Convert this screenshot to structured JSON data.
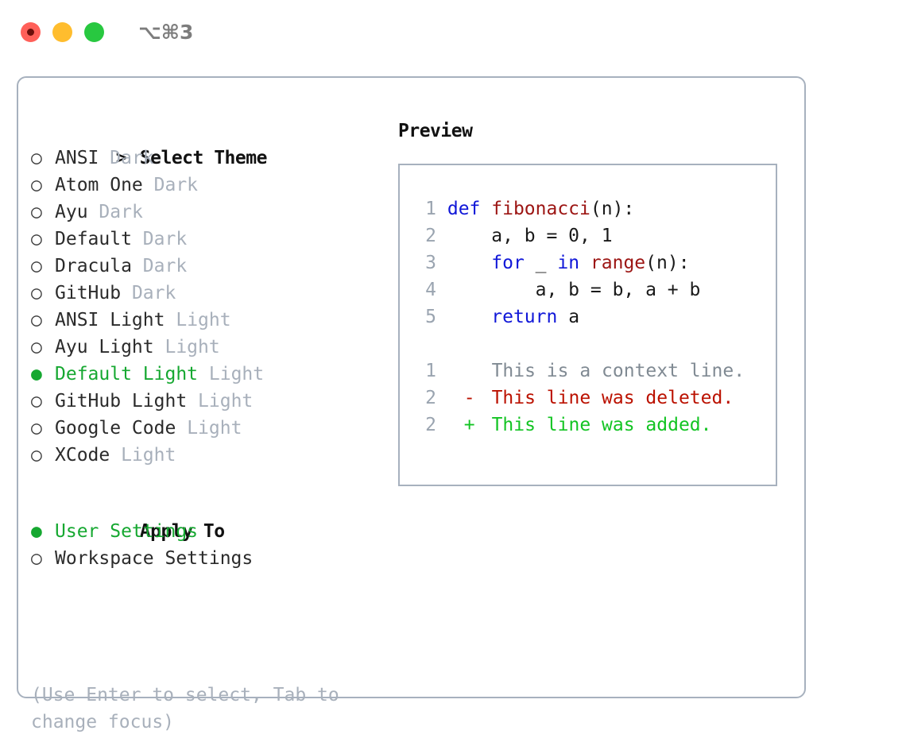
{
  "titlebar": {
    "dots": [
      {
        "name": "close-dot",
        "color": "#ff6059"
      },
      {
        "name": "minimize-dot",
        "color": "#ffbd2e"
      },
      {
        "name": "maximize-dot",
        "color": "#28c840"
      }
    ],
    "shortcut": "⌥⌘3"
  },
  "theme_section": {
    "header_marker": ">",
    "header": "Select Theme",
    "items": [
      {
        "marker": "○",
        "name": "ANSI",
        "tag": "Dark",
        "selected": false
      },
      {
        "marker": "○",
        "name": "Atom One",
        "tag": "Dark",
        "selected": false
      },
      {
        "marker": "○",
        "name": "Ayu",
        "tag": "Dark",
        "selected": false
      },
      {
        "marker": "○",
        "name": "Default",
        "tag": "Dark",
        "selected": false
      },
      {
        "marker": "○",
        "name": "Dracula",
        "tag": "Dark",
        "selected": false
      },
      {
        "marker": "○",
        "name": "GitHub",
        "tag": "Dark",
        "selected": false
      },
      {
        "marker": "○",
        "name": "ANSI Light",
        "tag": "Light",
        "selected": false
      },
      {
        "marker": "○",
        "name": "Ayu Light",
        "tag": "Light",
        "selected": false
      },
      {
        "marker": "●",
        "name": "Default Light",
        "tag": "Light",
        "selected": true
      },
      {
        "marker": "○",
        "name": "GitHub Light",
        "tag": "Light",
        "selected": false
      },
      {
        "marker": "○",
        "name": "Google Code",
        "tag": "Light",
        "selected": false
      },
      {
        "marker": "○",
        "name": "XCode",
        "tag": "Light",
        "selected": false
      }
    ]
  },
  "apply_section": {
    "header": "Apply To",
    "items": [
      {
        "marker": "●",
        "name": "User Settings",
        "selected": true
      },
      {
        "marker": "○",
        "name": "Workspace Settings",
        "selected": false
      }
    ]
  },
  "hint": "(Use Enter to select, Tab to change focus)",
  "preview": {
    "title": "Preview",
    "code_lines": [
      {
        "num": "1",
        "tokens": [
          {
            "t": "def ",
            "c": "kw"
          },
          {
            "t": "fibonacci",
            "c": "fn"
          },
          {
            "t": "(n):",
            "c": "pl"
          }
        ]
      },
      {
        "num": "2",
        "tokens": [
          {
            "t": "    a, b = 0, 1",
            "c": "pl"
          }
        ]
      },
      {
        "num": "3",
        "tokens": [
          {
            "t": "    ",
            "c": "pl"
          },
          {
            "t": "for",
            "c": "kw"
          },
          {
            "t": " _ ",
            "c": "pl"
          },
          {
            "t": "in",
            "c": "kw"
          },
          {
            "t": " ",
            "c": "pl"
          },
          {
            "t": "range",
            "c": "fn"
          },
          {
            "t": "(n):",
            "c": "pl"
          }
        ]
      },
      {
        "num": "4",
        "tokens": [
          {
            "t": "        a, b = b, a + b",
            "c": "pl"
          }
        ]
      },
      {
        "num": "5",
        "tokens": [
          {
            "t": "    ",
            "c": "pl"
          },
          {
            "t": "return",
            "c": "kw"
          },
          {
            "t": " a",
            "c": "pl"
          }
        ]
      }
    ],
    "diff_lines": [
      {
        "num": "1",
        "sign": " ",
        "text": "This is a context line.",
        "kind": "ctx"
      },
      {
        "num": "2",
        "sign": "-",
        "text": "This line was deleted.",
        "kind": "del"
      },
      {
        "num": "2",
        "sign": "+",
        "text": "This line was added.",
        "kind": "add"
      }
    ]
  },
  "colors": {
    "accent_green": "#16a831",
    "tag_grey": "#a8b0bb",
    "border": "#a7b1be",
    "keyword_blue": "#1017d8",
    "function_red": "#9c1513",
    "diff_added": "#13c423",
    "diff_deleted": "#bb1100"
  }
}
